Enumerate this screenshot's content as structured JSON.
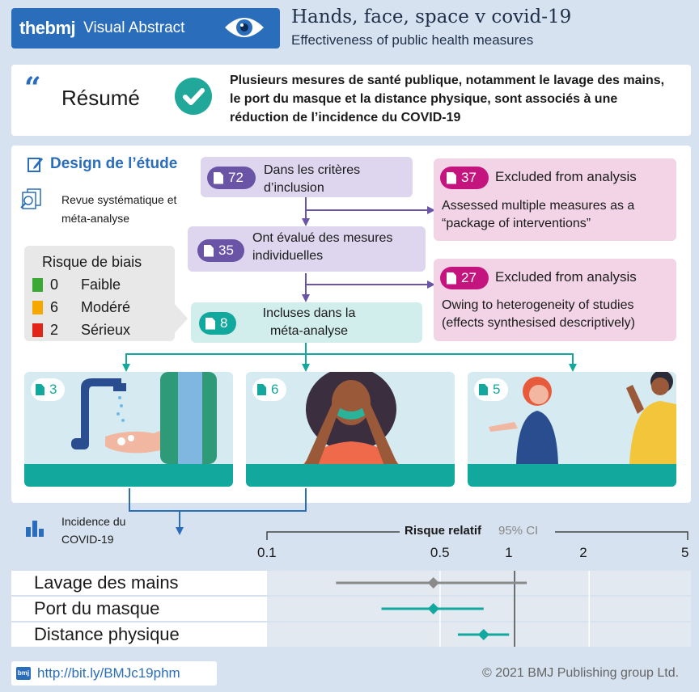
{
  "header": {
    "brand": "thebmj",
    "brand_suffix": "Visual Abstract",
    "title": "Hands, face, space v covid-19",
    "subtitle": "Effectiveness of public health measures"
  },
  "summary": {
    "label": "Résumé",
    "text": "Plusieurs mesures de santé publique, notamment le lavage des mains, le port du masque et la distance physique, sont associés à une réduction de l’incidence du COVID-19"
  },
  "design": {
    "title": "Design de l’étude",
    "type": "Revue systématique et méta-analyse"
  },
  "bias": {
    "title": "Risque  de biais",
    "rows": [
      {
        "n": "0",
        "label": "Faible",
        "color": "#3aaa35"
      },
      {
        "n": "6",
        "label": "Modéré",
        "color": "#f6a800"
      },
      {
        "n": "2",
        "label": "Sérieux",
        "color": "#e2231a"
      }
    ]
  },
  "flow": {
    "inclusion": {
      "count": "72",
      "text": "Dans les critères d’inclusion"
    },
    "individual": {
      "count": "35",
      "text": "Ont évalué des mesures individuelles"
    },
    "meta": {
      "count": "8",
      "text": "Incluses dans la méta-analyse"
    },
    "excluded1": {
      "count": "37",
      "title": "Excluded from analysis",
      "text": "Assessed multiple measures as a “package of interventions”"
    },
    "excluded2": {
      "count": "27",
      "title": "Excluded from analysis",
      "text": "Owing to heterogeneity of studies (effects synthesised descriptively)"
    }
  },
  "scenes": [
    "3",
    "6",
    "5"
  ],
  "forest": {
    "outcome": "Incidence du COVID-19",
    "axis_title": "Risque relatif",
    "ci_label": "95% CI",
    "ticks": [
      "0.1",
      "0.5",
      "1",
      "2",
      "5"
    ],
    "rows": [
      {
        "label": "Lavage des mains",
        "rr": 0.47,
        "lo": 0.19,
        "hi": 1.12,
        "color": "#8a8a8a"
      },
      {
        "label": "Port du masque",
        "rr": 0.47,
        "lo": 0.29,
        "hi": 0.75,
        "color": "#13a89e"
      },
      {
        "label": "Distance physique",
        "rr": 0.75,
        "lo": 0.59,
        "hi": 0.95,
        "color": "#13a89e"
      }
    ]
  },
  "footer": {
    "url": "http://bit.ly/BMJc19phm",
    "copyright": "© 2021 BMJ Publishing group Ltd."
  },
  "colors": {
    "brand": "#2a6ebb",
    "teal": "#13a89e",
    "purple": "#6a54a6",
    "magenta": "#c4157f"
  }
}
